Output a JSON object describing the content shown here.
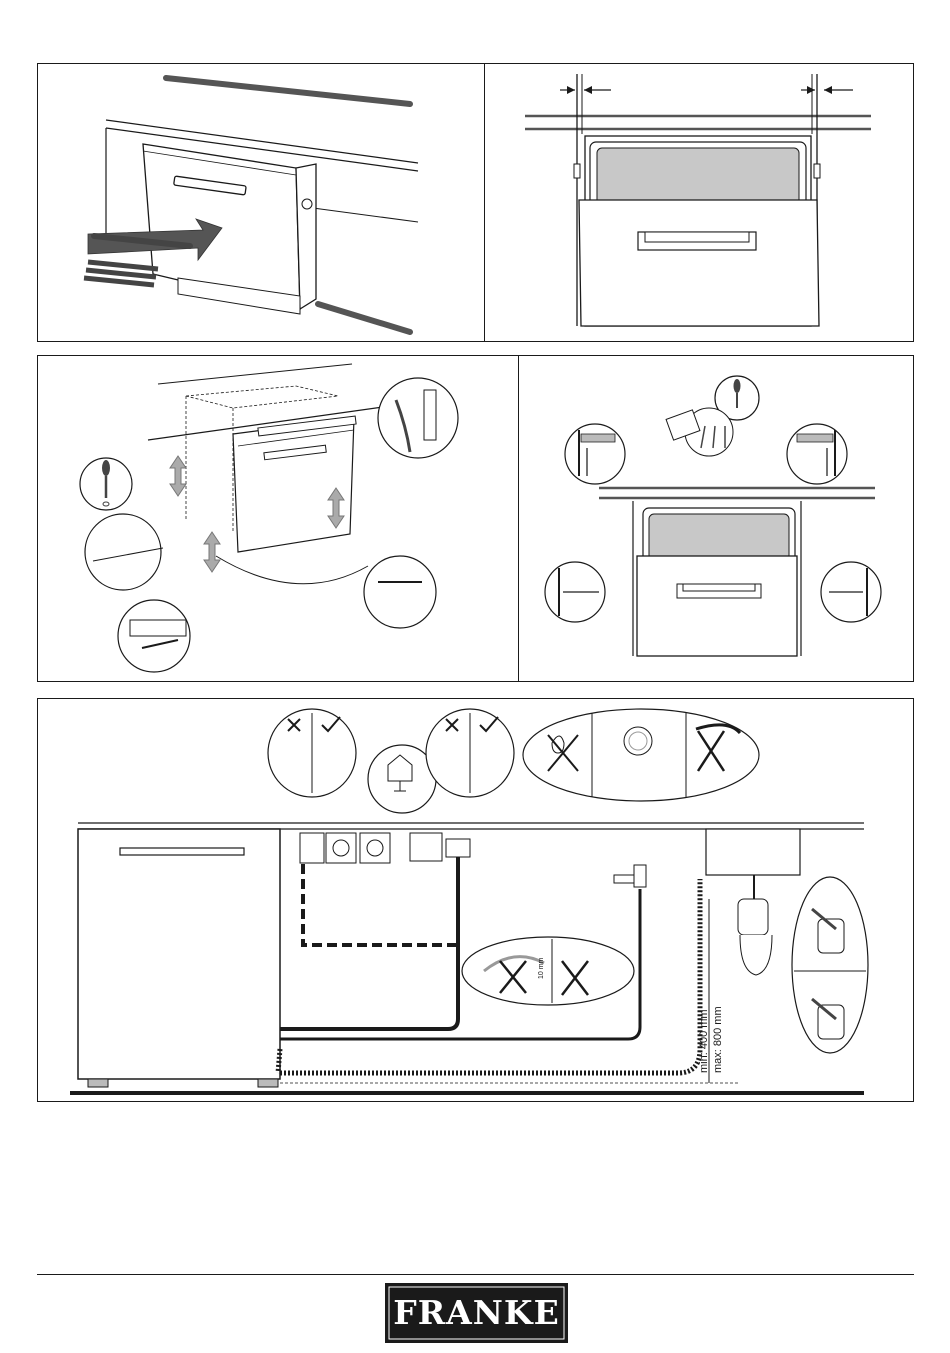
{
  "brand": {
    "logo_text": "FRANKE",
    "logo_bg": "#1a1a1a",
    "logo_fg": "#ffffff"
  },
  "drain": {
    "min_height": "min: 400 mm",
    "max_height": "max: 800 mm",
    "hose_tag": "10 mm"
  },
  "colors": {
    "line": "#1a1a1a",
    "screen": "#c8c8c8",
    "arrow": "#8a8a8a",
    "dashed": "#1a1a1a"
  },
  "symbols": {
    "wrong": "cross-mark-icon",
    "right": "check-mark-icon",
    "earth": "earth-ground-icon",
    "pressure": "pressure-gauge-icon",
    "no_kink": "kinked-hose-prohibited-icon",
    "siphon": "siphon-icon"
  }
}
